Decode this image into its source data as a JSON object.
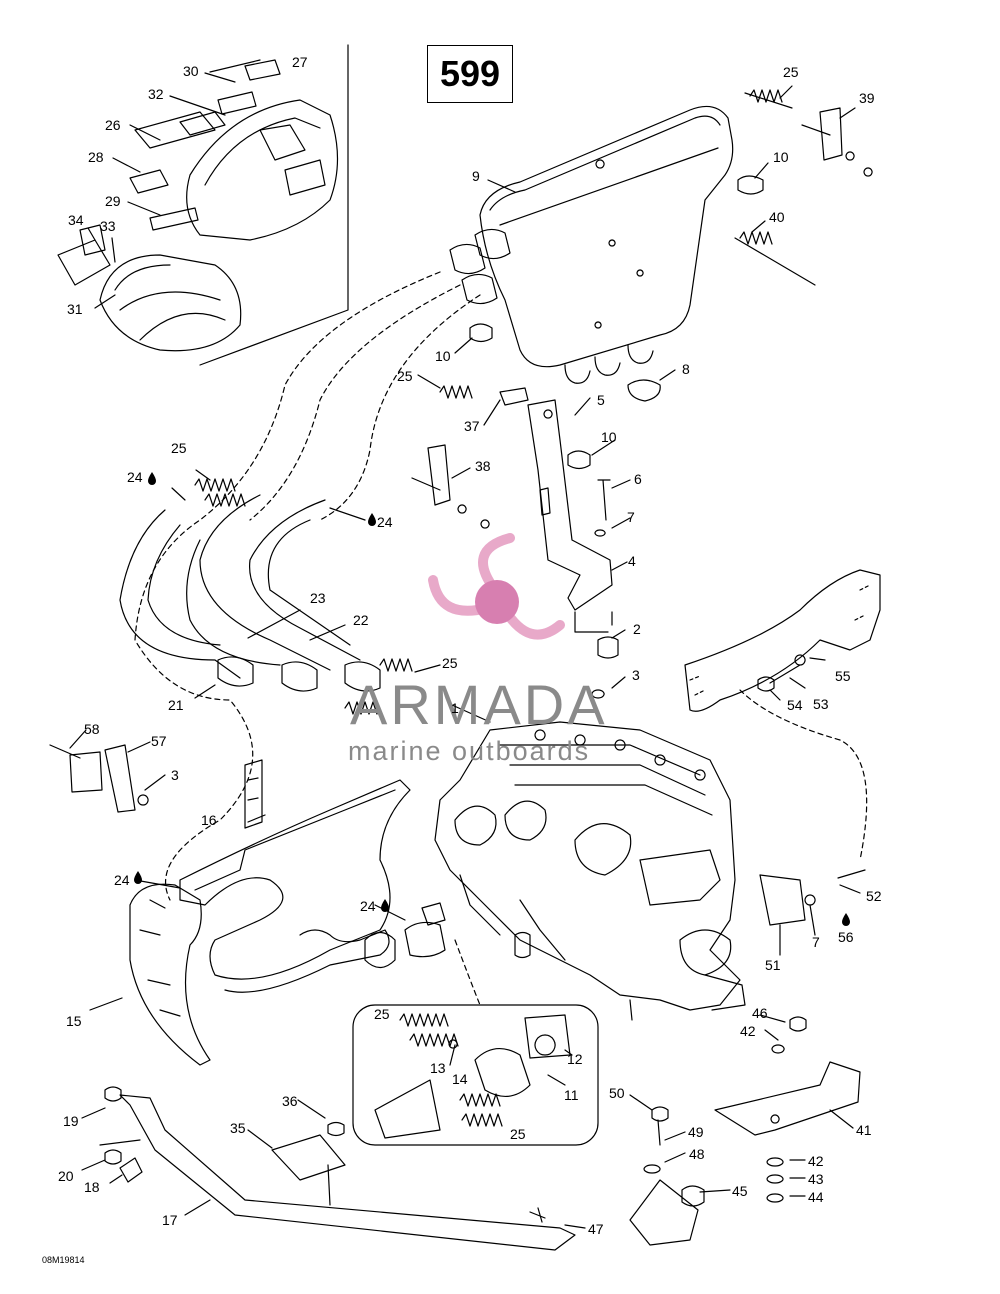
{
  "diagram": {
    "reference_number": "599",
    "drawing_code": "08M19814",
    "line_color": "#000000",
    "callouts": [
      "1",
      "2",
      "3",
      "4",
      "5",
      "6",
      "7",
      "8",
      "9",
      "10",
      "11",
      "12",
      "13",
      "14",
      "15",
      "16",
      "17",
      "18",
      "19",
      "20",
      "21",
      "22",
      "23",
      "24",
      "25",
      "26",
      "27",
      "28",
      "29",
      "30",
      "31",
      "32",
      "33",
      "34",
      "35",
      "36",
      "37",
      "38",
      "39",
      "40",
      "41",
      "42",
      "43",
      "44",
      "45",
      "46",
      "47",
      "48",
      "49",
      "50",
      "51",
      "52",
      "53",
      "54",
      "55",
      "56",
      "57",
      "58"
    ]
  },
  "watermark": {
    "brand": "ARMADA",
    "tagline": "marine outboards",
    "color_pink": "#e8a9c9",
    "color_dark_pink": "#d77fb0",
    "color_grey": "#8a8a8a"
  }
}
